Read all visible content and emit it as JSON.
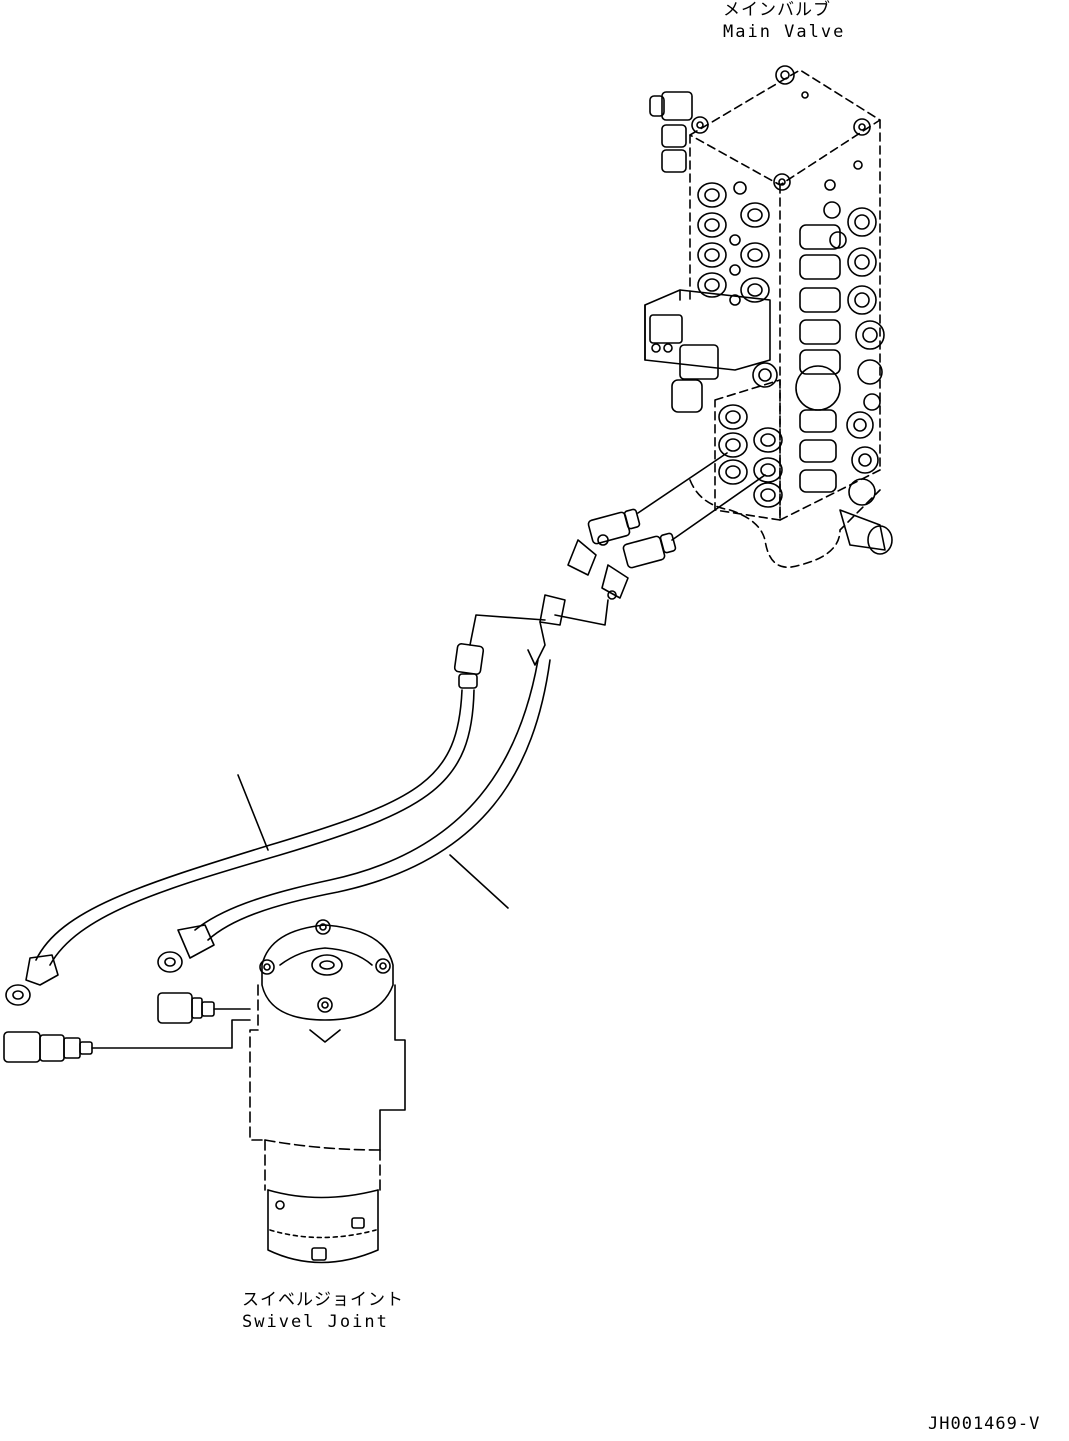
{
  "labels": {
    "main_valve_jp": "メインバルブ",
    "main_valve_en": "Main Valve",
    "swivel_joint_jp": "スイベルジョイント",
    "swivel_joint_en": "Swivel Joint",
    "drawing_code": "JH001469-V"
  },
  "colors": {
    "line": "#000000",
    "background": "#ffffff"
  }
}
